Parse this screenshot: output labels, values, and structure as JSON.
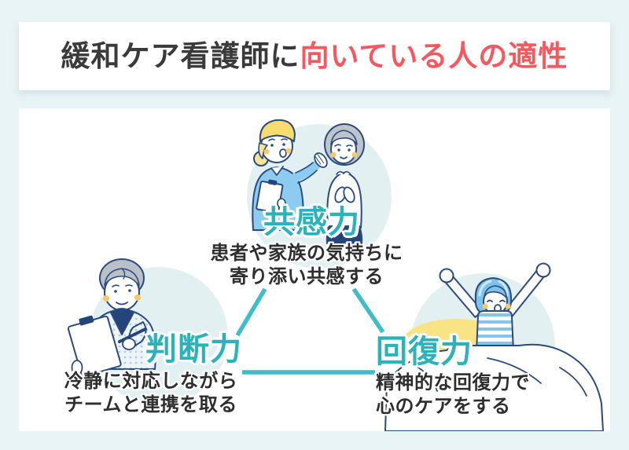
{
  "header": {
    "title_part1": "緩和ケア看護師に",
    "title_part2": "向いている人の適性"
  },
  "traits": {
    "empathy": {
      "keyword": "共感力",
      "desc1": "患者や家族の気持ちに",
      "desc2": "寄り添い共感する"
    },
    "judgment": {
      "keyword": "判断力",
      "desc1": "冷静に対応しながら",
      "desc2": "チームと連携を取る"
    },
    "recovery": {
      "keyword": "回復力",
      "desc1": "精神的な回復力で",
      "desc2": "心のケアをする"
    }
  },
  "illustrations": {
    "empathy": "nurse-talking-with-elderly-woman",
    "judgment": "gray-haired-man-writing-on-clipboard",
    "recovery": "woman-stretching-awake-in-bed"
  },
  "colors": {
    "page_bg": "#e8f4f5",
    "panel_bg": "#ffffff",
    "title_dark": "#3a3a3a",
    "title_accent": "#f8575f",
    "keyword_teal": "#2bb2ba",
    "triangle_line_teal": "#3ebdcb",
    "desc_text": "#2e2e2e",
    "circle_bg": "#e2f0f2",
    "outline_navy": "#2b4a7e",
    "accent_yellow": "#f8dd6e",
    "accent_blue": "#8ecbf0",
    "hair_gray": "#b9c0c7"
  }
}
